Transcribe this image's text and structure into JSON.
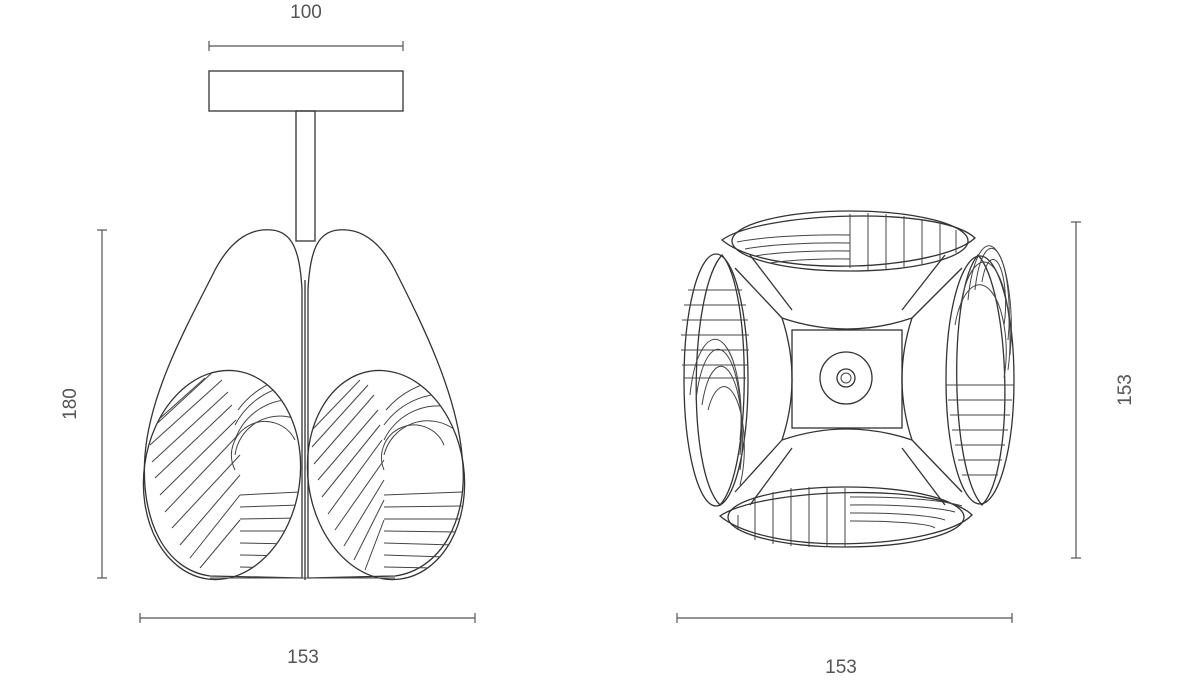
{
  "dimensions": {
    "mount_width": "100",
    "side_height": "180",
    "side_width": "153",
    "top_width": "153",
    "top_height": "153"
  },
  "colors": {
    "line": "#333333",
    "dimension": "#555555",
    "background": "#ffffff"
  }
}
